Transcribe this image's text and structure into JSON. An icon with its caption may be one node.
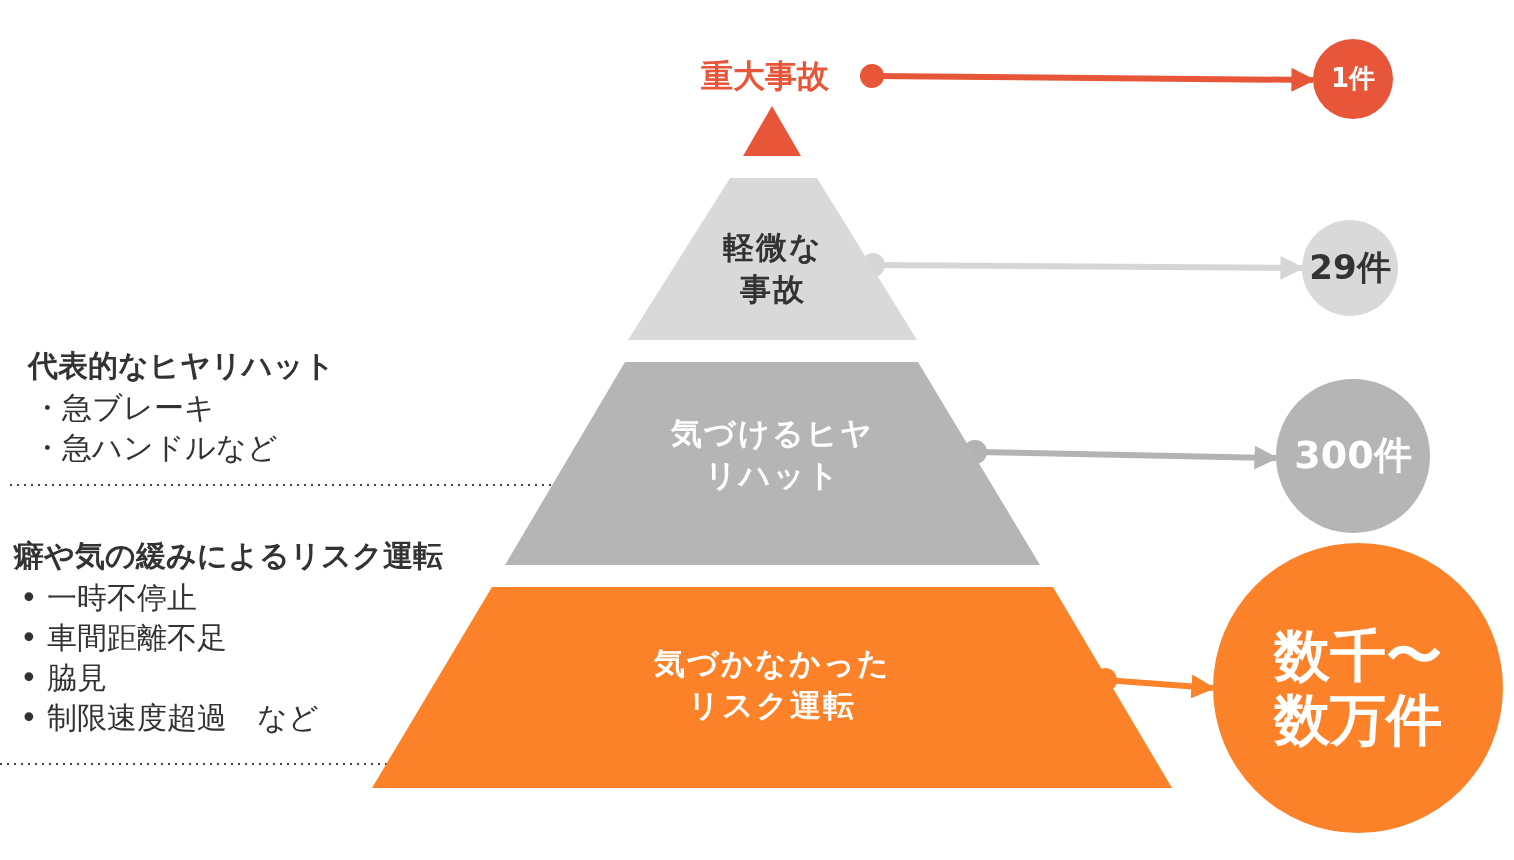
{
  "diagram": {
    "nodes": [
      {
        "text": [
          "重大事故"
        ]
      },
      {
        "text": [],
        "shape": "triangle"
      },
      {
        "text": [
          "軽微な事故"
        ]
      },
      {
        "text": [
          "気づけるヒヤリハット"
        ]
      },
      {
        "text": [
          "気づかなかったリスク運転"
        ]
      },
      {
        "text": [
          "1件"
        ]
      },
      {
        "text": [
          "29件"
        ]
      },
      {
        "text": [
          "300件"
        ]
      },
      {
        "text": [
          "数千〜数万件"
        ]
      }
    ],
    "edges": [
      {
        "from": 0,
        "to": 5,
        "arrow": "to",
        "color": "#e8563a"
      },
      {
        "from": 2,
        "to": 6,
        "arrow": "to",
        "color": "#d6d6d6"
      },
      {
        "from": 3,
        "to": 7,
        "arrow": "to",
        "color": "#b3b3b3"
      },
      {
        "from": 4,
        "to": 8,
        "arrow": "to",
        "color": "#fb8228"
      }
    ],
    "labels": [
      "代表的なヒヤリハット",
      "・急ブレーキ",
      "・急ハンドルなど",
      "癖や気の緩みによるリスク運転",
      "• 一時不停止",
      "• 車間距離不足",
      "• 脇見",
      "• 制限速度超過　など"
    ]
  }
}
